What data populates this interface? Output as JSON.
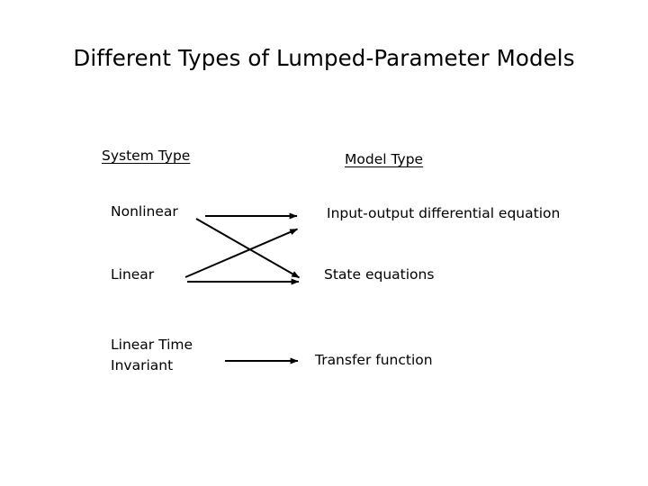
{
  "slide": {
    "title": "Different Types of Lumped-Parameter Models",
    "background_color": "#ffffff",
    "text_color": "#000000"
  },
  "columns": {
    "system_type_header": "System Type",
    "model_type_header": "Model Type"
  },
  "system_types": [
    {
      "label": "Nonlinear"
    },
    {
      "label": "Linear"
    },
    {
      "label_line1": "Linear Time",
      "label_line2": "Invariant"
    }
  ],
  "model_types": [
    {
      "label": "Input-output differential equation"
    },
    {
      "label": "State equations"
    },
    {
      "label": "Transfer function"
    }
  ],
  "connections": [
    {
      "name": "nonlinear-to-input-output",
      "from": "Nonlinear",
      "to": "Input-output differential equation",
      "style": "horizontal-arrow"
    },
    {
      "name": "nonlinear-to-state-equations",
      "from": "Nonlinear",
      "to": "State equations",
      "style": "descending-diagonal-arrow"
    },
    {
      "name": "linear-to-input-output",
      "from": "Linear",
      "to": "Input-output differential equation",
      "style": "ascending-diagonal-arrow"
    },
    {
      "name": "linear-to-state-equations",
      "from": "Linear",
      "to": "State equations",
      "style": "horizontal-arrow"
    },
    {
      "name": "lti-to-transfer-function",
      "from": "Linear Time Invariant",
      "to": "Transfer function",
      "style": "horizontal-arrow"
    }
  ]
}
